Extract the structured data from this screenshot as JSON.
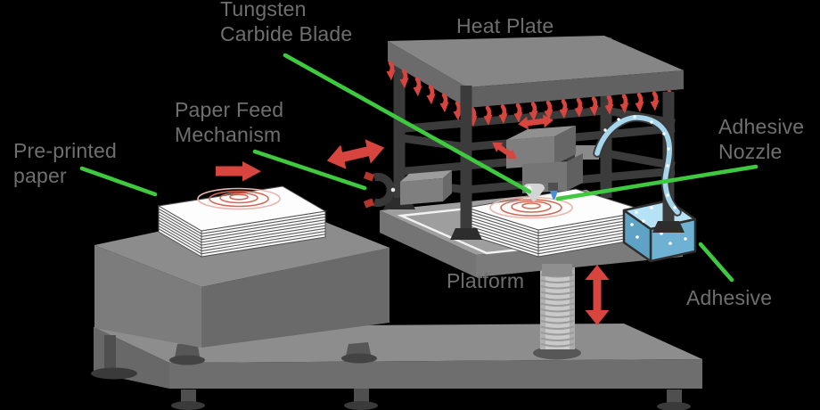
{
  "labels": {
    "tungsten_carbide_blade": {
      "line1": "Tungsten",
      "line2": "Carbide Blade"
    },
    "heat_plate": {
      "text": "Heat Plate"
    },
    "paper_feed_mechanism": {
      "line1": "Paper Feed",
      "line2": "Mechanism"
    },
    "pre_printed_paper": {
      "line1": "Pre-printed",
      "line2": "paper"
    },
    "adhesive_nozzle": {
      "line1": "Adhesive",
      "line2": "Nozzle"
    },
    "platform": {
      "text": "Platform"
    },
    "adhesive": {
      "text": "Adhesive"
    }
  },
  "colors": {
    "background": "#000000",
    "label_text": "#6f6f6f",
    "leader_line_green": "#3fc93f",
    "arrow_red": "#d8453e",
    "frame_dark": "#3b3b3b",
    "machine_gray": "#8c8c8c",
    "paper_white": "#fdfdfd",
    "spiral_red": "#cf6a57",
    "tube_blue": "#a6d6ec",
    "tank_blue_top": "#b5e2f4",
    "tank_blue_front": "#6fb1d2",
    "tank_blue_side": "#5ea3c6",
    "nozzle_blue": "#4a90d9"
  }
}
